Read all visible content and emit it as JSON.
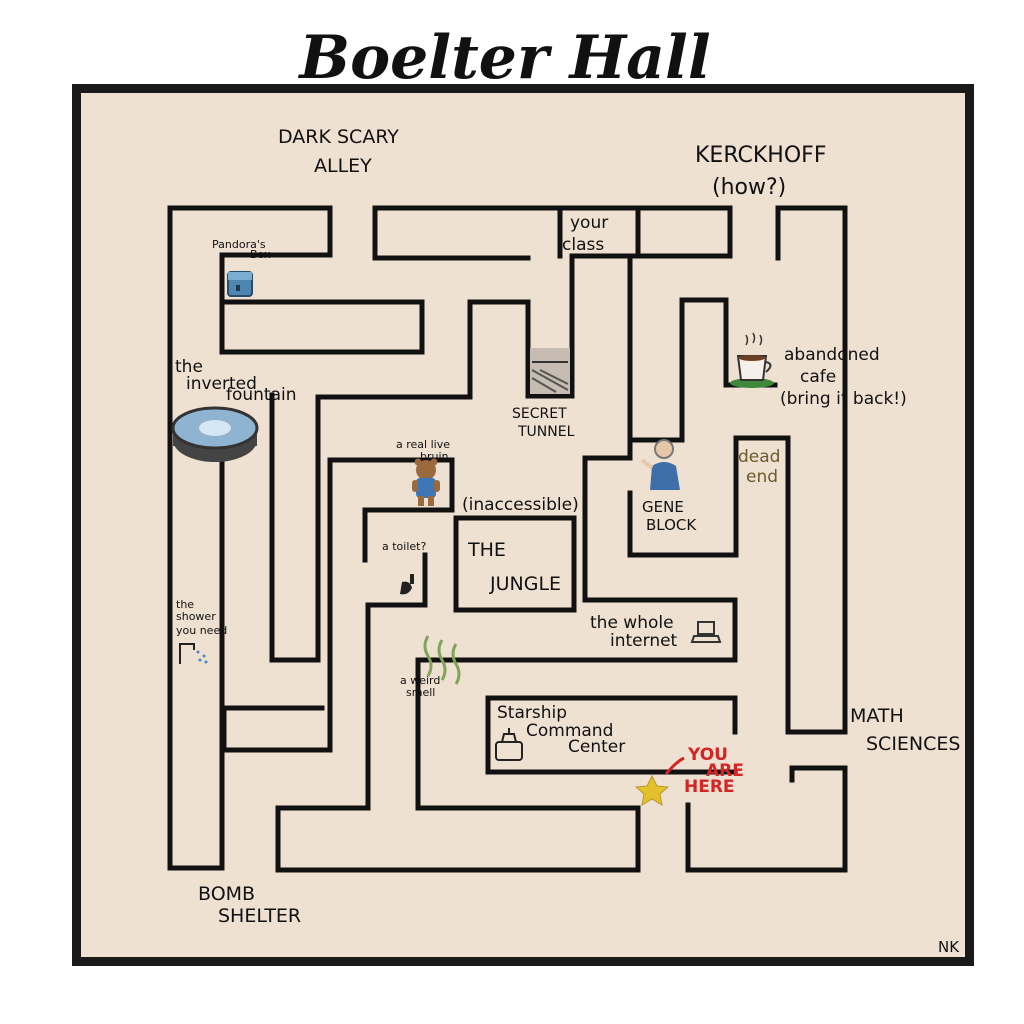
{
  "title": "Boelter Hall",
  "labels": {
    "dark_scary_1": "DARK SCARY",
    "dark_scary_2": "ALLEY",
    "kerckhoff_1": "KERCKHOFF",
    "kerckhoff_2": "(how?)",
    "pandoras_1": "Pandora's",
    "pandoras_2": "Box",
    "your_class_1": "your",
    "your_class_2": "class",
    "fountain_1": "the",
    "fountain_2": "inverted",
    "fountain_3": "fountain",
    "cafe_1": "abandoned",
    "cafe_2": "cafe",
    "cafe_3": "(bring it back!)",
    "secret_1": "SECRET",
    "secret_2": "TUNNEL",
    "bruin_1": "a real live",
    "bruin_2": "bruin.",
    "dead_end_1": "dead",
    "dead_end_2": "end",
    "gene_1": "GENE",
    "gene_2": "BLOCK",
    "inaccessible": "(inaccessible)",
    "jungle_1": "THE",
    "jungle_2": "JUNGLE",
    "toilet": "a toilet?",
    "shower_1": "the",
    "shower_2": "shower",
    "shower_3": "you need",
    "internet_1": "the whole",
    "internet_2": "internet",
    "smell_1": "a weird",
    "smell_2": "smell",
    "starship_1": "Starship",
    "starship_2": "Command",
    "starship_3": "Center",
    "you_are_here_1": "YOU",
    "you_are_here_2": "ARE",
    "you_are_here_3": "HERE",
    "math_1": "MATH",
    "math_2": "SCIENCES",
    "bomb_1": "BOMB",
    "bomb_2": "SHELTER",
    "signature": "NK"
  },
  "colors": {
    "paper": "#efe1d2",
    "frame": "#1a1a1a",
    "ink": "#111111",
    "you_are_here": "#d42424",
    "star": "#e3c12a",
    "dead_end": "#6b5a2a"
  },
  "icons": [
    "box-icon",
    "fountain-icon",
    "coffee-cup-icon",
    "bear-icon",
    "person-icon",
    "toilet-icon",
    "shower-icon",
    "laptop-icon",
    "smell-icon",
    "robot-icon",
    "star-icon"
  ]
}
